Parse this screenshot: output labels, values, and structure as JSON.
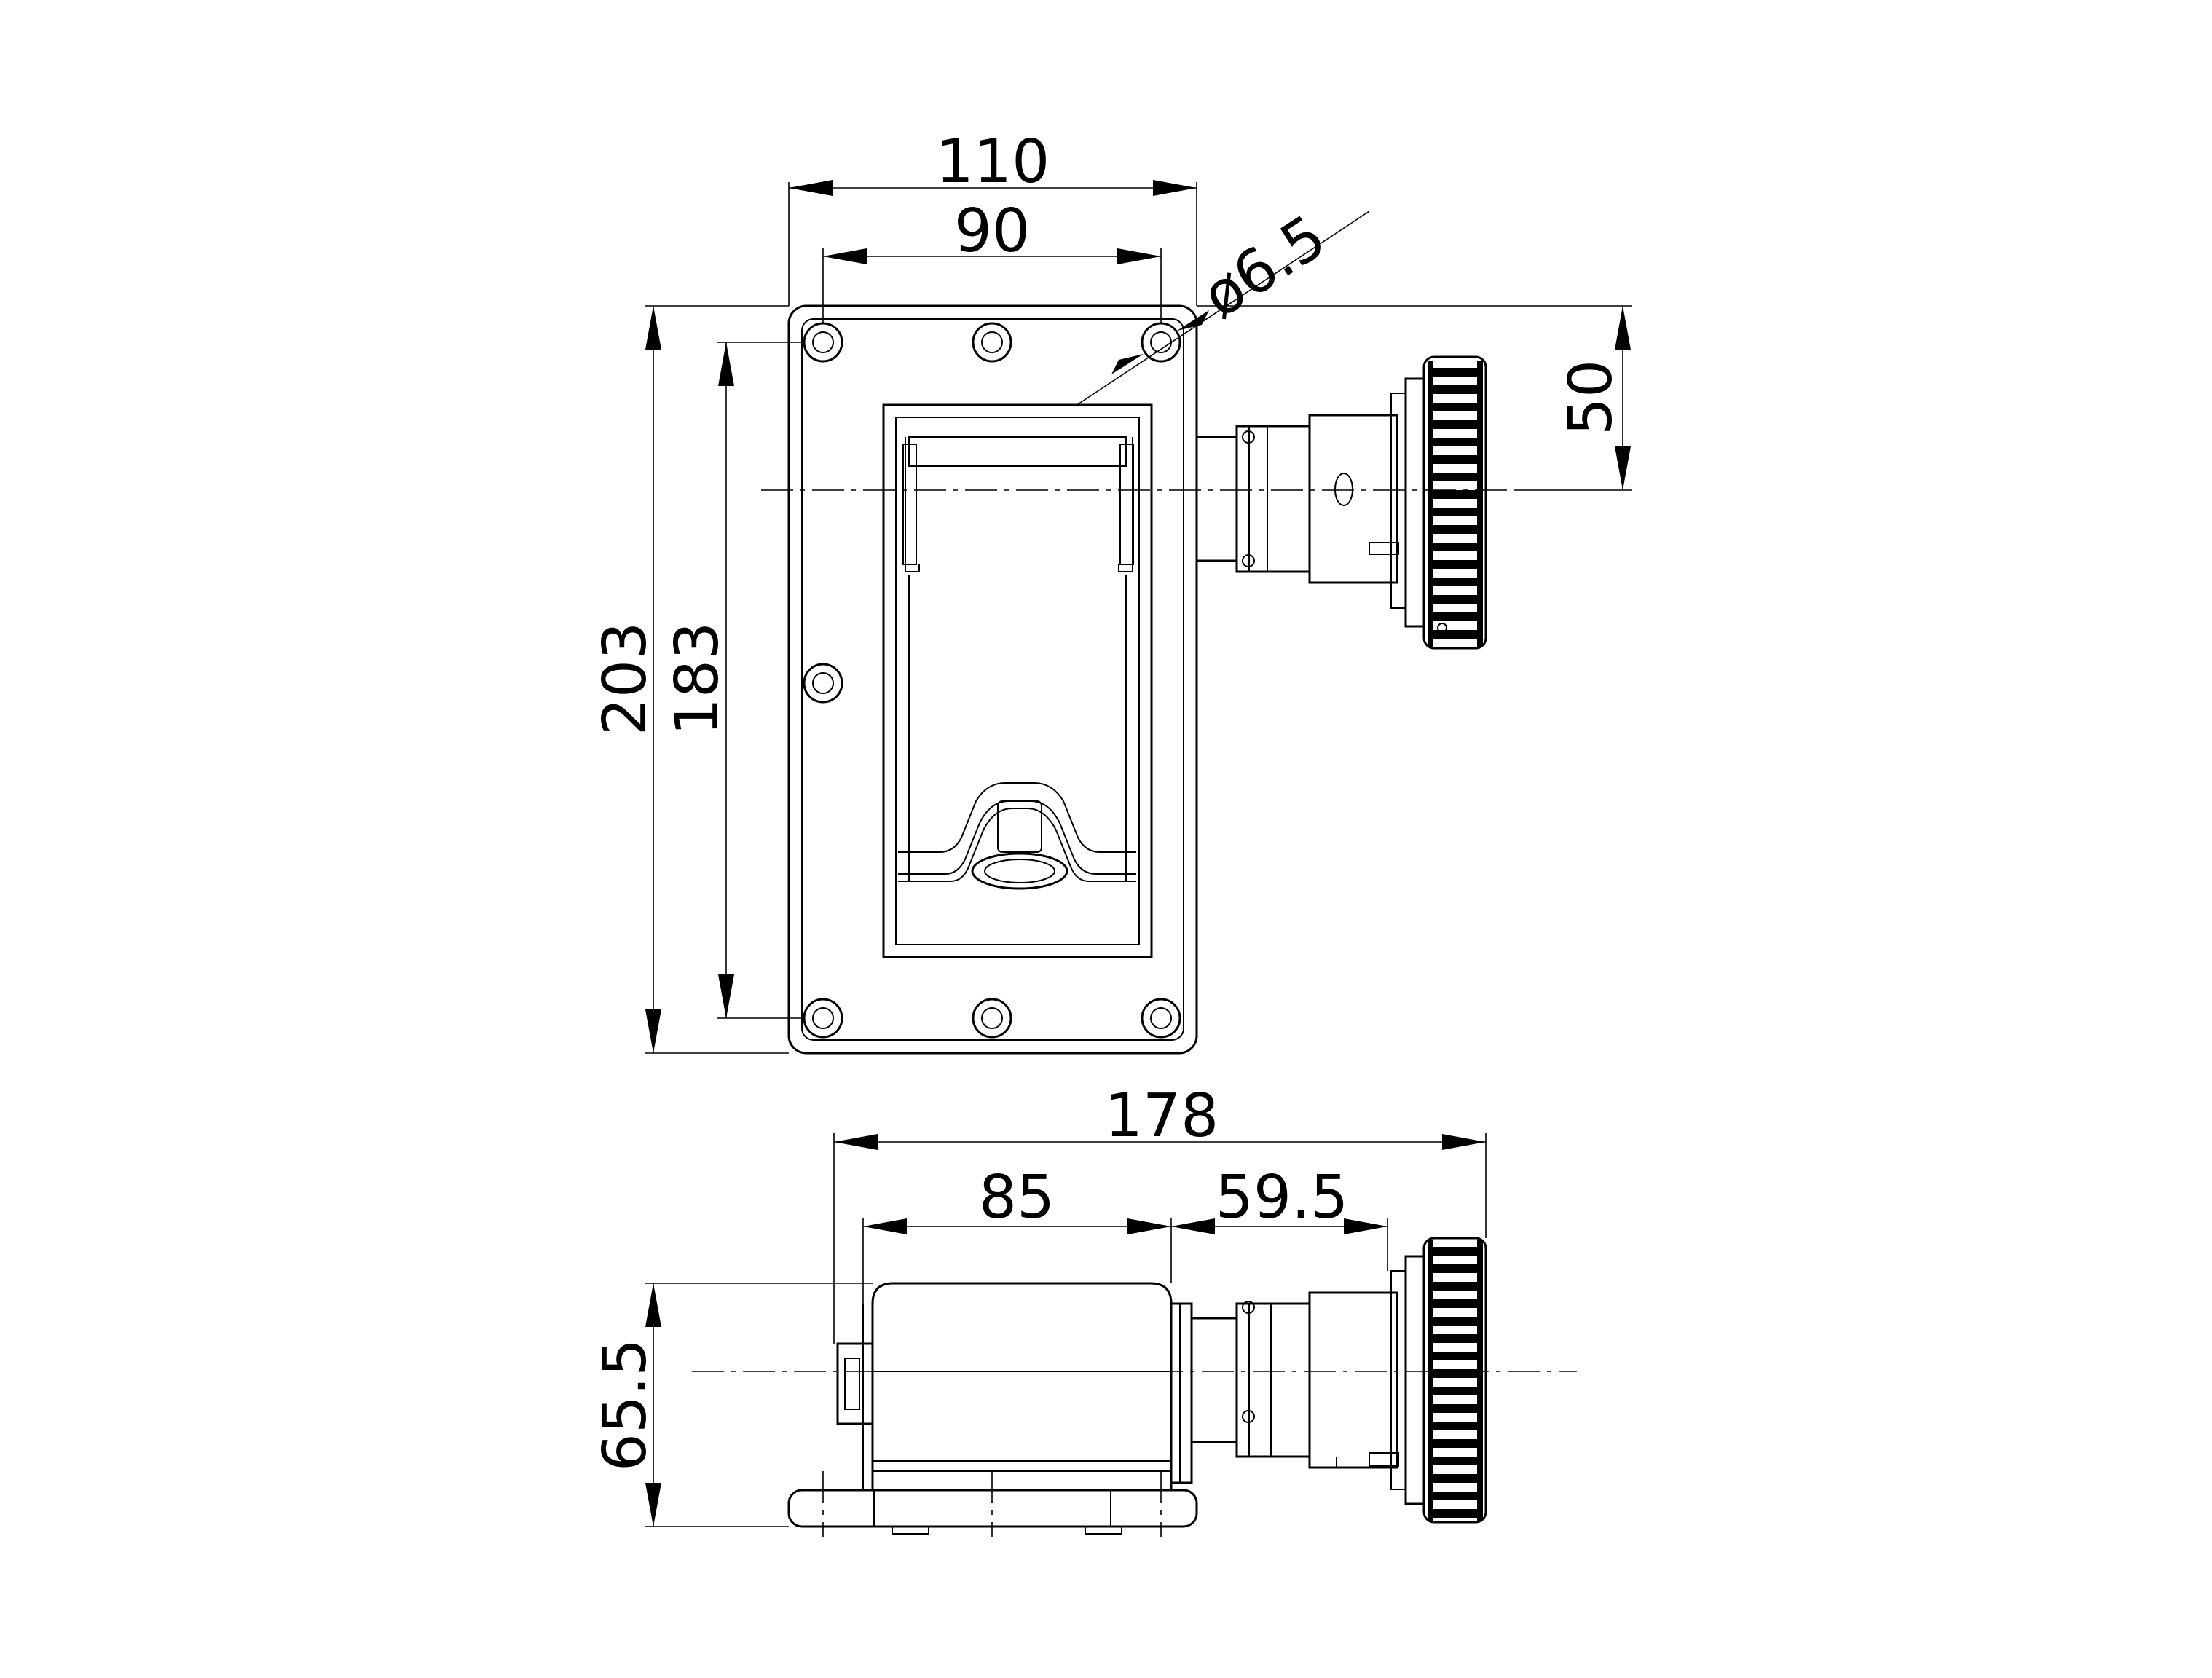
{
  "dimensions": {
    "top_width_outer": "110",
    "top_width_inner": "90",
    "hole_diameter": "ø6.5",
    "height_outer": "203",
    "height_inner": "183",
    "axis_offset": "50",
    "overall_length": "178",
    "body_length": "85",
    "extension_length": "59.5",
    "side_height": "65.5"
  }
}
